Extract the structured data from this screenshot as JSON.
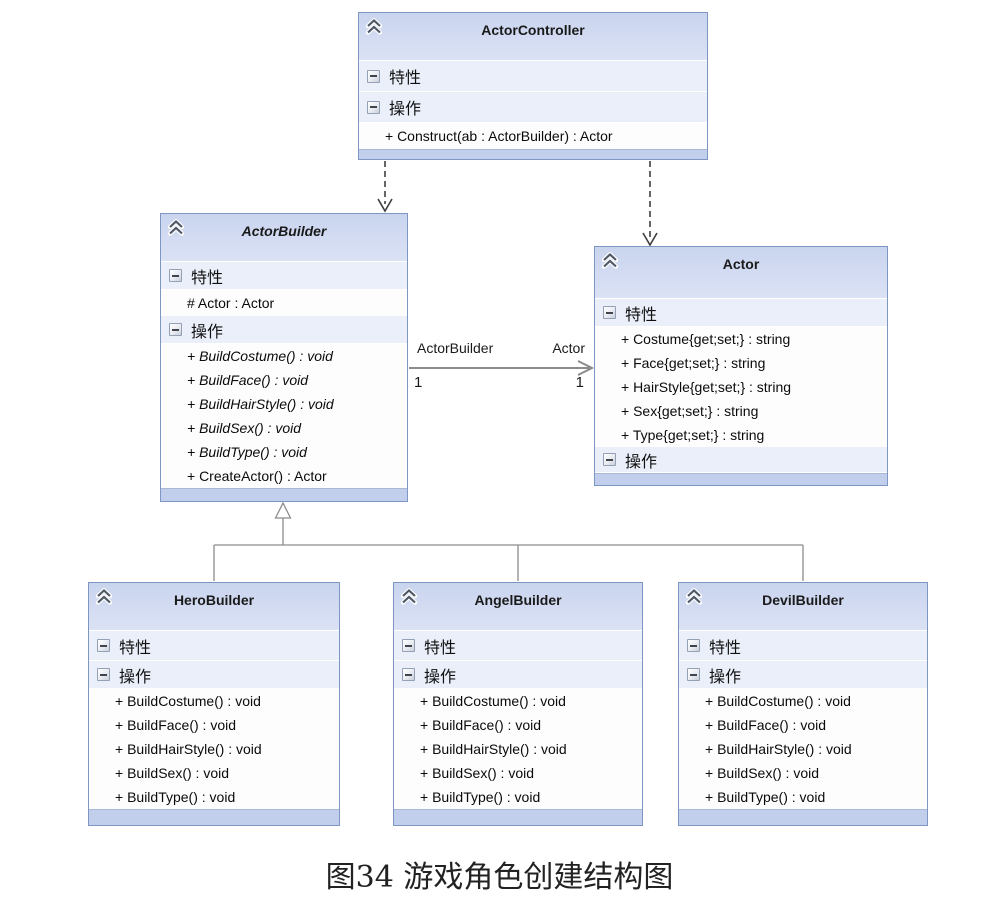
{
  "figure": {
    "caption": "图34 游戏角色创建结构图"
  },
  "labels": {
    "properties": "特性",
    "operations": "操作"
  },
  "icons": {
    "header_collapse": "chevron-double-up",
    "section_collapse": "minus-box"
  },
  "colors": {
    "box_border": "#7e96c2",
    "header_top": "#c9d4ee",
    "header_bottom": "#dbe2f5",
    "section_bg": "#eaeffa",
    "member_bg": "#fdfdfe",
    "footer_bg": "#c2cfec",
    "inheritance_line": "#8c8c8c",
    "dependency_line": "#3f3f3f"
  },
  "classes": {
    "actor_controller": {
      "name": "ActorController",
      "operations": [
        "+ Construct(ab : ActorBuilder) : Actor"
      ]
    },
    "actor_builder": {
      "name": "ActorBuilder",
      "properties": [
        "# Actor : Actor"
      ],
      "operations": [
        "+ BuildCostume() : void",
        "+ BuildFace() : void",
        "+ BuildHairStyle() : void",
        "+ BuildSex() : void",
        "+ BuildType() : void",
        "+ CreateActor() : Actor"
      ]
    },
    "actor": {
      "name": "Actor",
      "properties": [
        "+ Costume{get;set;} : string",
        "+ Face{get;set;} : string",
        "+ HairStyle{get;set;} : string",
        "+ Sex{get;set;} : string",
        "+ Type{get;set;} : string"
      ]
    },
    "hero_builder": {
      "name": "HeroBuilder",
      "operations": [
        "+ BuildCostume() : void",
        "+ BuildFace() : void",
        "+ BuildHairStyle() : void",
        "+ BuildSex() : void",
        "+ BuildType() : void"
      ]
    },
    "angel_builder": {
      "name": "AngelBuilder",
      "operations": [
        "+ BuildCostume() : void",
        "+ BuildFace() : void",
        "+ BuildHairStyle() : void",
        "+ BuildSex() : void",
        "+ BuildType() : void"
      ]
    },
    "devil_builder": {
      "name": "DevilBuilder",
      "operations": [
        "+ BuildCostume() : void",
        "+ BuildFace() : void",
        "+ BuildHairStyle() : void",
        "+ BuildSex() : void",
        "+ BuildType() : void"
      ]
    }
  },
  "association": {
    "source_label": "ActorBuilder",
    "target_label": "Actor",
    "source_multiplicity": "1",
    "target_multiplicity": "1"
  }
}
